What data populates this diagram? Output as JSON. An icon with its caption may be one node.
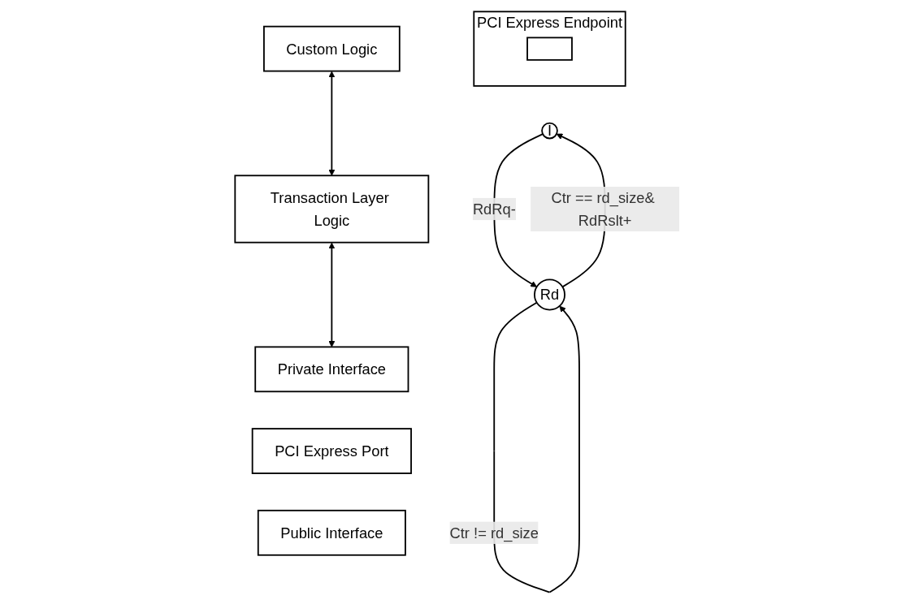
{
  "diagram": {
    "nodes": [
      {
        "text": [
          "Custom Logic"
        ]
      },
      {
        "text": [
          "Transaction Layer Logic"
        ]
      },
      {
        "text": [
          "Private Interface"
        ]
      },
      {
        "text": [
          "PCI Express Port"
        ]
      },
      {
        "text": [
          "Public Interface"
        ]
      },
      {
        "text": [
          "PCI Express Endpoint"
        ]
      },
      {
        "text": [],
        "shape": "box",
        "in": 5
      },
      {
        "text": [
          "I"
        ]
      },
      {
        "text": [
          "Rd"
        ]
      }
    ],
    "edges": [
      {
        "from": 0,
        "to": 1,
        "arrow": "both"
      },
      {
        "from": 1,
        "to": 2,
        "arrow": "both"
      },
      {
        "from": 7,
        "to": 8,
        "arrow": "to",
        "label": "RdRq-"
      },
      {
        "from": 8,
        "to": 8,
        "arrow": "to",
        "label": "Ctr != rd_size"
      },
      {
        "from": 8,
        "to": 7,
        "arrow": "to",
        "label": "Ctr == rd_size& RdRslt+"
      }
    ]
  }
}
